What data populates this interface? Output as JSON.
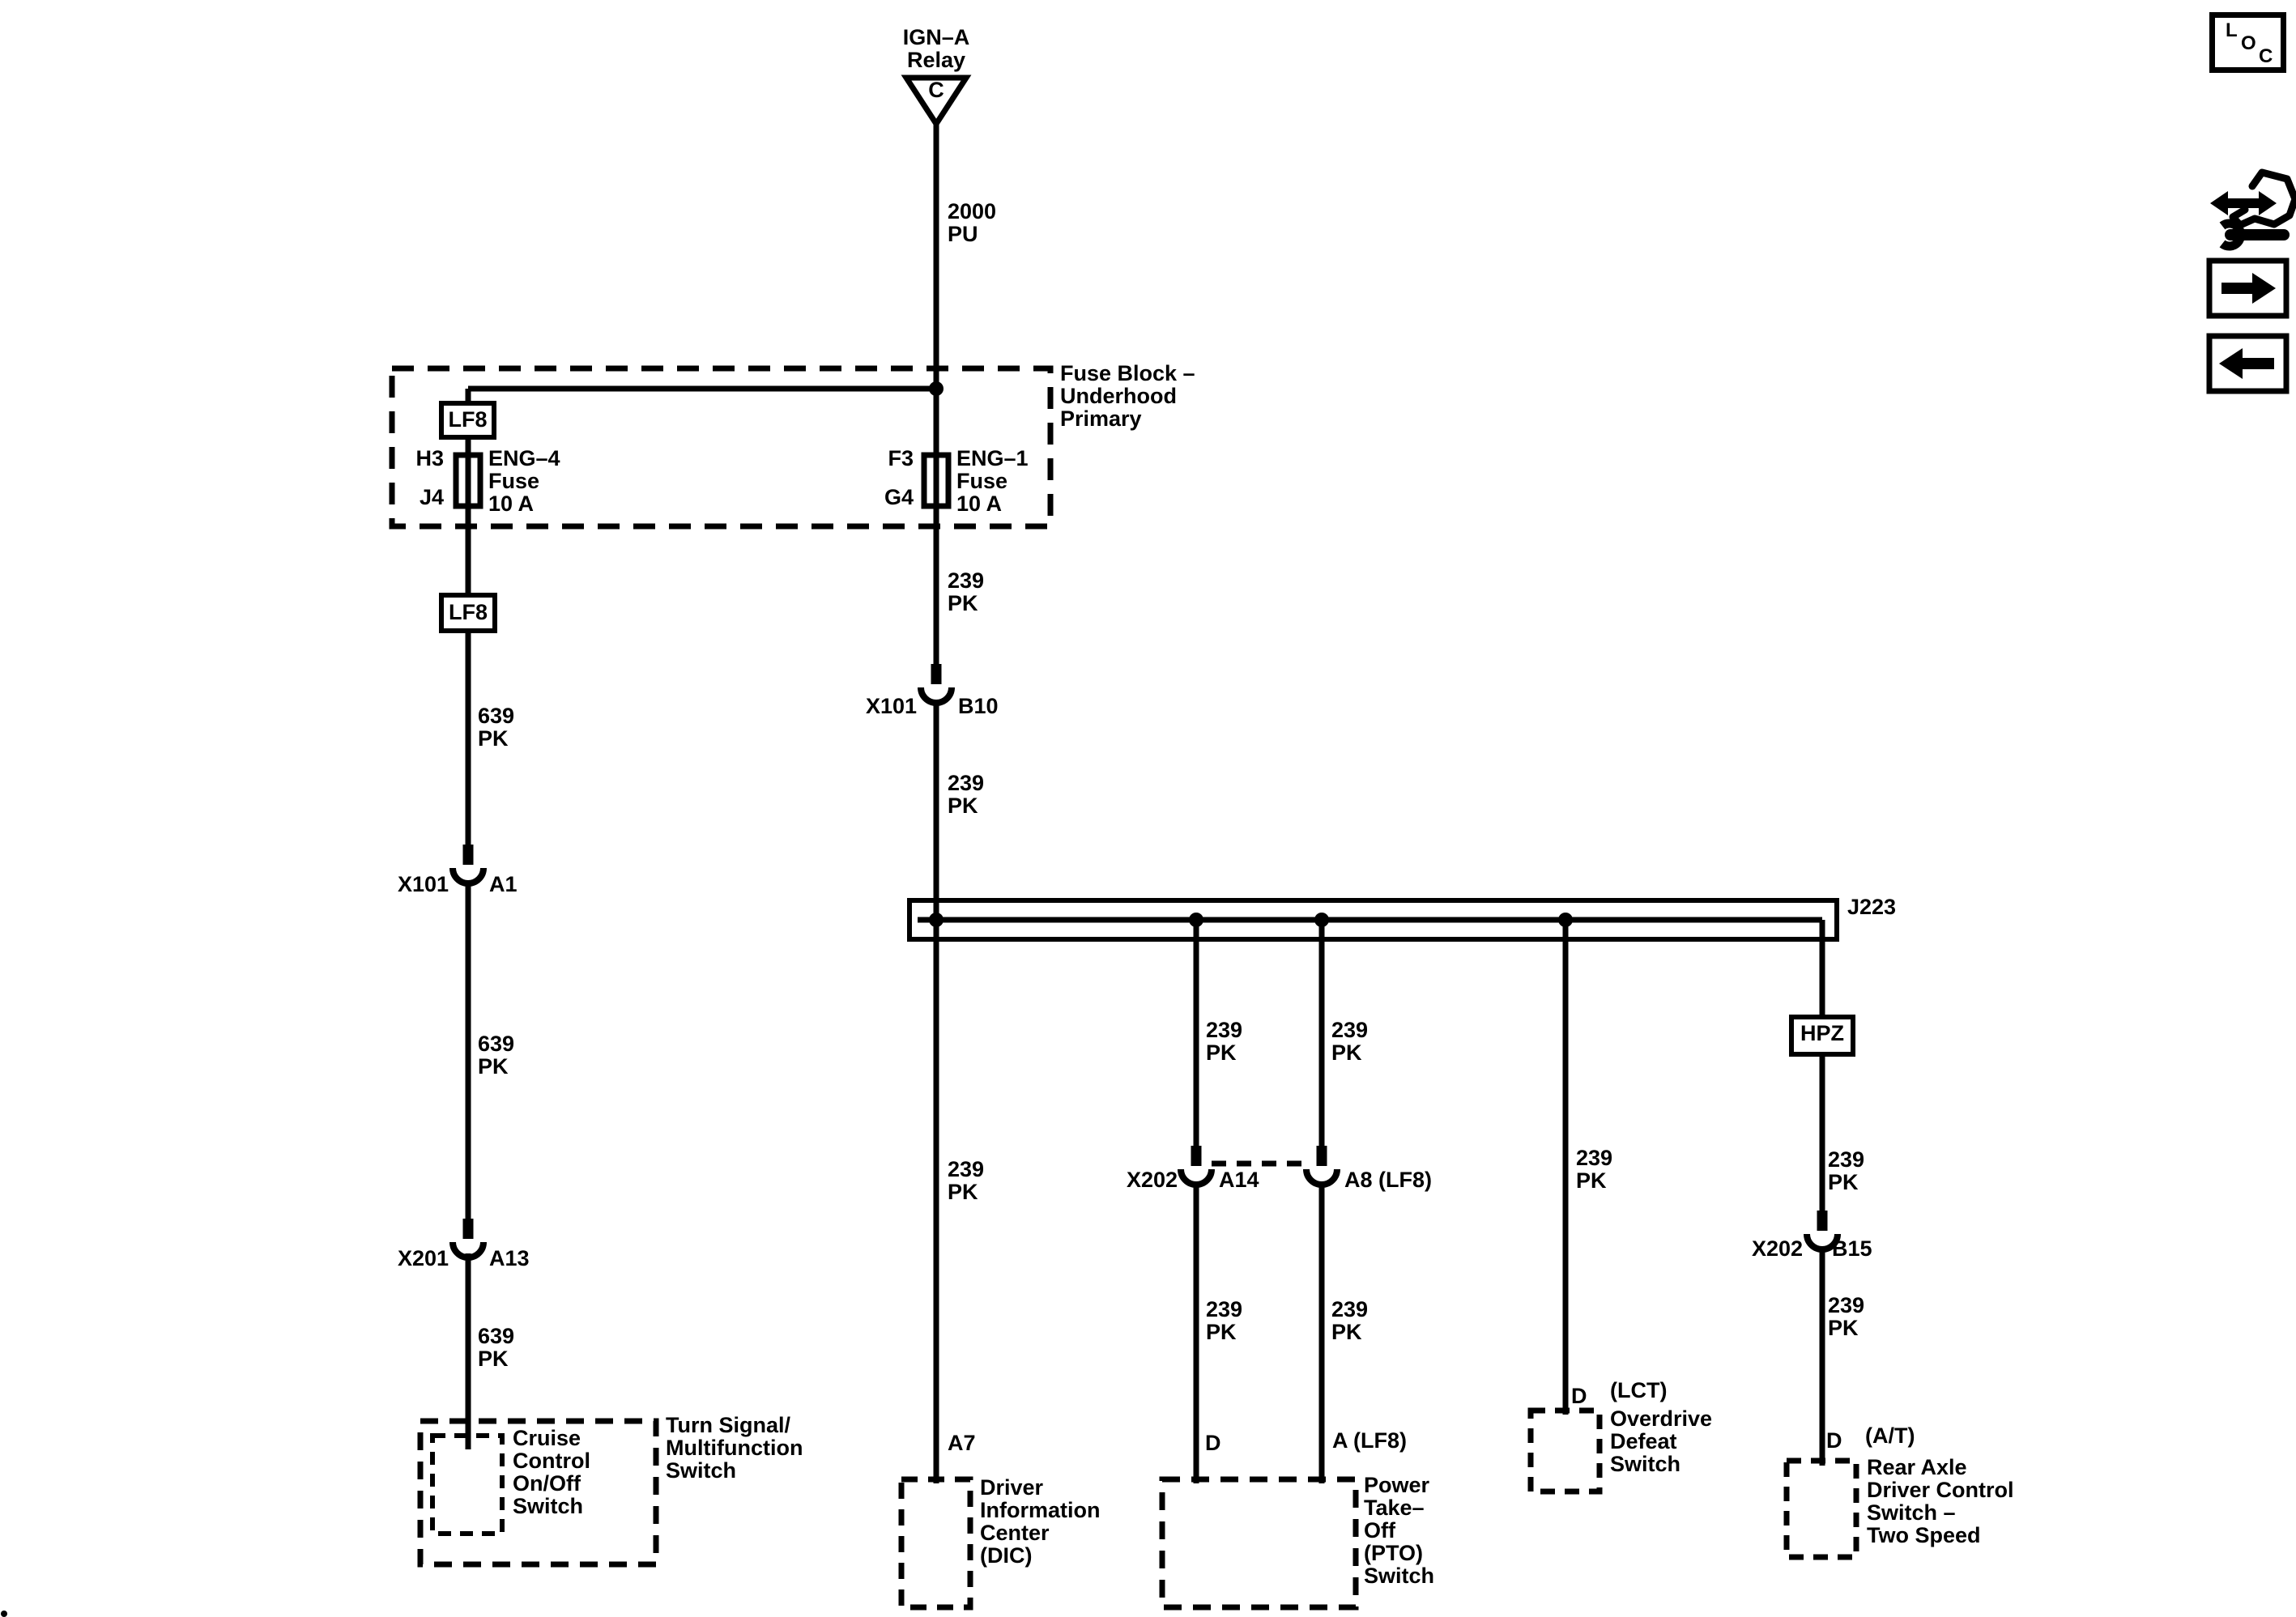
{
  "colors": {
    "ink": "#000000",
    "paper": "#ffffff"
  },
  "power_source": {
    "name": [
      "IGN–A",
      "Relay"
    ],
    "terminal": "C"
  },
  "wire_labels": {
    "circuit_2000": [
      "2000",
      "PU"
    ],
    "circuit_639": [
      "639",
      "PK"
    ],
    "circuit_239": [
      "239",
      "PK"
    ]
  },
  "fuse_block": {
    "title": [
      "Fuse Block –",
      "Underhood",
      "Primary"
    ],
    "bus_connector": "LF8",
    "fuse_eng4": {
      "pin_in": "H3",
      "pin_out": "J4",
      "name": [
        "ENG–4",
        "Fuse",
        "10 A"
      ]
    },
    "fuse_eng1": {
      "pin_in": "F3",
      "pin_out": "G4",
      "name": [
        "ENG–1",
        "Fuse",
        "10 A"
      ]
    }
  },
  "connectors": {
    "lf8": "LF8",
    "x101_a1": {
      "name": "X101",
      "cavity": "A1"
    },
    "x201_a13": {
      "name": "X201",
      "cavity": "A13"
    },
    "x101_b10": {
      "name": "X101",
      "cavity": "B10"
    },
    "x202_a14": {
      "name": "X202",
      "cavity": "A14"
    },
    "a8_lf8": {
      "cavity": "A8 (LF8)"
    },
    "hpz": "HPZ",
    "x202_b15": {
      "name": "X202",
      "cavity": "B15"
    }
  },
  "splice_pack": {
    "name": "J223"
  },
  "components": {
    "cruise_switch": [
      "Cruise",
      "Control",
      "On/Off",
      "Switch"
    ],
    "multifunction_switch": [
      "Turn Signal/",
      "Multifunction",
      "Switch"
    ],
    "dic": {
      "pin": "A7",
      "name": [
        "Driver",
        "Information",
        "Center",
        "(DIC)"
      ]
    },
    "pto_switch": {
      "pin_d": "D",
      "pin_a": "A (LF8)",
      "name": [
        "Power",
        "Take–",
        "Off",
        "(PTO)",
        "Switch"
      ]
    },
    "overdrive_switch": {
      "pin": "D",
      "variant": "(LCT)",
      "name": [
        "Overdrive",
        "Defeat",
        "Switch"
      ]
    },
    "rear_axle_switch": {
      "pin": "D",
      "variant": "(A/T)",
      "name": [
        "Rear Axle",
        "Driver Control",
        "Switch –",
        "Two Speed"
      ]
    }
  },
  "toolbar": {
    "loc_l": "L",
    "loc_o": "O",
    "loc_c": "C"
  }
}
